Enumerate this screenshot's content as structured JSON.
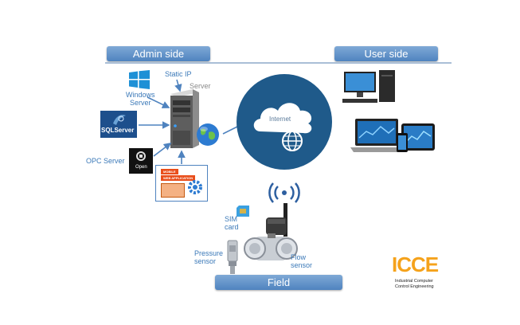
{
  "banners": {
    "admin_side": "Admin side",
    "user_side": "User side",
    "field": "Field"
  },
  "labels": {
    "static_ip": "Static IP",
    "server": "Server",
    "windows_server": "Windows\nServer",
    "opc_server": "OPC Server",
    "internet": "Internet",
    "sim_card": "SIM\ncard",
    "pressure_sensor": "Pressure\nsensor",
    "flow_sensor": "Flow\nsensor",
    "sql_server_logo": "SQLServer",
    "opc_open": "Open",
    "web_badge_1": "MOBILE",
    "web_badge_2": "WEB APPLICATION"
  },
  "logo": {
    "name": "ICCE",
    "subtitle": "Industrial Computer\nControl Engineering"
  },
  "colors": {
    "banner": "#5a8ec8",
    "globe_circle": "#1f5a8a",
    "label_blue": "#3b79b8",
    "logo_orange": "#f5a21b"
  }
}
